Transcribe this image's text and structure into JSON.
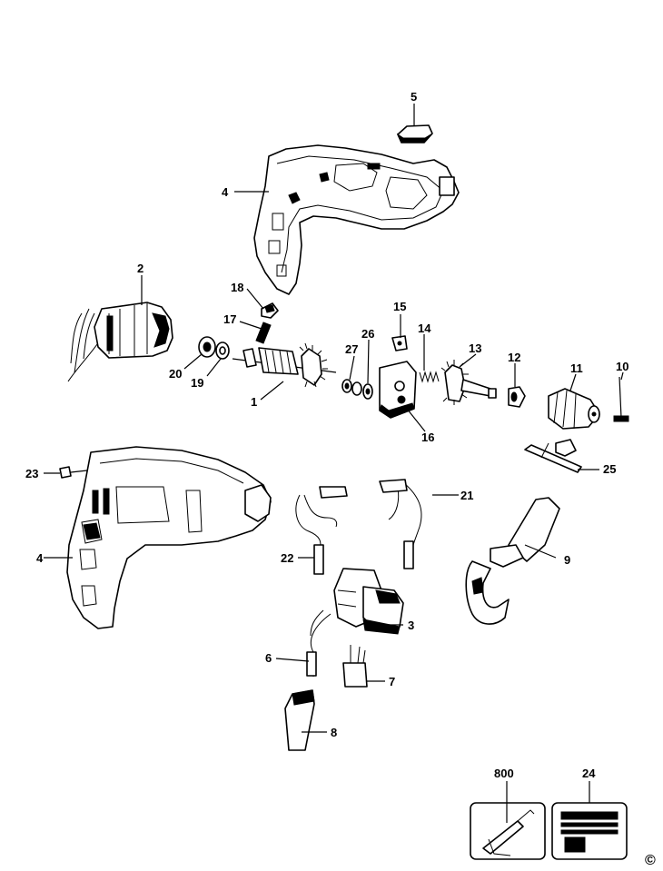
{
  "callouts": {
    "c1": "1",
    "c2": "2",
    "c3": "3",
    "c4a": "4",
    "c4b": "4",
    "c5": "5",
    "c6": "6",
    "c7": "7",
    "c8": "8",
    "c9": "9",
    "c10": "10",
    "c11": "11",
    "c12": "12",
    "c13": "13",
    "c14": "14",
    "c15": "15",
    "c16": "16",
    "c17": "17",
    "c18": "18",
    "c19": "19",
    "c20": "20",
    "c21": "21",
    "c22": "22",
    "c23": "23",
    "c24": "24",
    "c25": "25",
    "c26": "26",
    "c27": "27",
    "c800": "800"
  },
  "copyright_symbol": "©"
}
